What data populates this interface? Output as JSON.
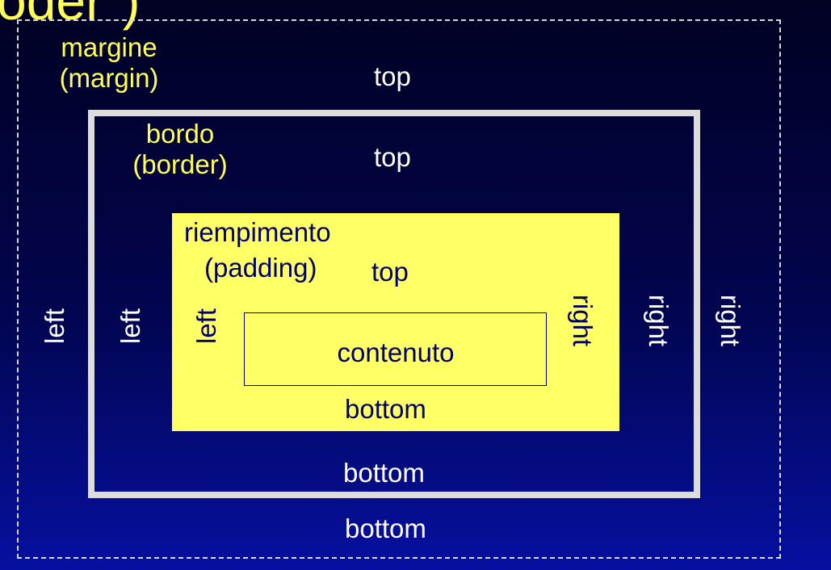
{
  "title_fragment": "oder\")",
  "margin": {
    "label_it": "margine",
    "label_en": "(margin)",
    "top": "top",
    "bottom": "bottom",
    "left": "left",
    "right": "right"
  },
  "border": {
    "label_it": "bordo",
    "label_en": "(border)",
    "top": "top",
    "bottom": "bottom",
    "left": "left",
    "right": "right"
  },
  "padding": {
    "label_it": "riempimento",
    "label_en": "(padding)",
    "top": "top",
    "bottom": "bottom",
    "left": "left",
    "right": "right"
  },
  "content": {
    "label": "contenuto"
  },
  "colors": {
    "background": "#020550",
    "label_yellow": "#ffff55",
    "padding_fill": "#ffff66",
    "border_gray": "#dcdcdc",
    "text_navy": "#000066"
  }
}
